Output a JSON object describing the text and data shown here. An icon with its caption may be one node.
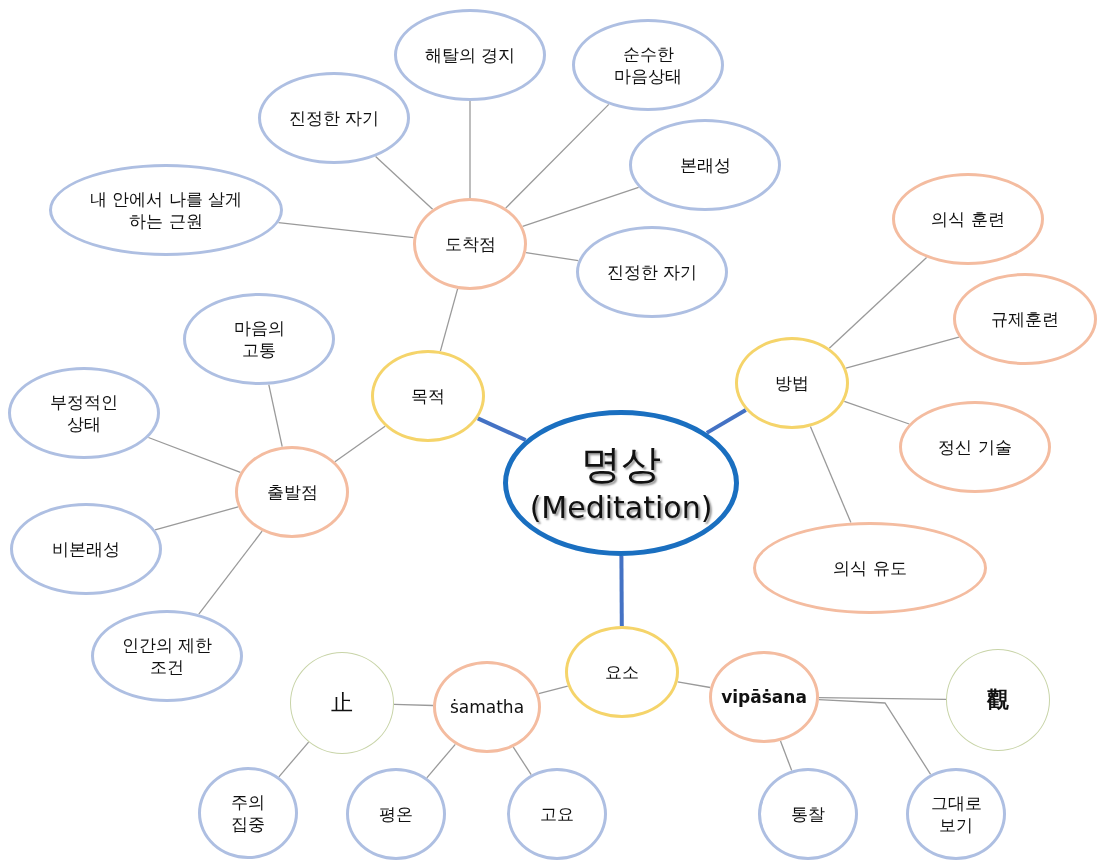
{
  "diagram": {
    "nodes": [
      {
        "text": [
          "명상",
          "(Meditation)"
        ]
      },
      {
        "text": [
          "목적"
        ]
      },
      {
        "text": [
          "방법"
        ]
      },
      {
        "text": [
          "요소"
        ]
      },
      {
        "text": [
          "도착점"
        ]
      },
      {
        "text": [
          "진정한 자기"
        ]
      },
      {
        "text": [
          "해탈의 경지"
        ]
      },
      {
        "text": [
          "순수한 마음상태"
        ]
      },
      {
        "text": [
          "본래성"
        ]
      },
      {
        "text": [
          "진정한 자기"
        ]
      },
      {
        "text": [
          "내 안에서 나를 살게 하는 근원"
        ]
      },
      {
        "text": [
          "출발점"
        ]
      },
      {
        "text": [
          "마음의 고통"
        ]
      },
      {
        "text": [
          "부정적인 상태"
        ]
      },
      {
        "text": [
          "비본래성"
        ]
      },
      {
        "text": [
          "인간의 제한 조건"
        ]
      },
      {
        "text": [
          "의식 훈련"
        ]
      },
      {
        "text": [
          "규제훈련"
        ]
      },
      {
        "text": [
          "정신 기술"
        ]
      },
      {
        "text": [
          "의식 유도"
        ]
      },
      {
        "text": [
          "ṡamatha"
        ]
      },
      {
        "text": [
          "止"
        ]
      },
      {
        "text": [
          "주의 집중"
        ]
      },
      {
        "text": [
          "평온"
        ]
      },
      {
        "text": [
          "고요"
        ]
      },
      {
        "text": [
          "vipāṡana"
        ]
      },
      {
        "text": [
          "觀"
        ]
      },
      {
        "text": [
          "통찰"
        ]
      },
      {
        "text": [
          "그대로 보기"
        ]
      }
    ],
    "edges": [
      {
        "from": 0,
        "to": 1,
        "arrow": "none",
        "style": "thick",
        "color": "#4472c4"
      },
      {
        "from": 0,
        "to": 2,
        "arrow": "none",
        "style": "thick",
        "color": "#4472c4"
      },
      {
        "from": 0,
        "to": 3,
        "arrow": "none",
        "style": "thick",
        "color": "#4472c4"
      },
      {
        "from": 1,
        "to": 4,
        "arrow": "none"
      },
      {
        "from": 4,
        "to": 5,
        "arrow": "none"
      },
      {
        "from": 4,
        "to": 6,
        "arrow": "none"
      },
      {
        "from": 4,
        "to": 7,
        "arrow": "none"
      },
      {
        "from": 4,
        "to": 8,
        "arrow": "none"
      },
      {
        "from": 4,
        "to": 9,
        "arrow": "none"
      },
      {
        "from": 4,
        "to": 10,
        "arrow": "none"
      },
      {
        "from": 1,
        "to": 11,
        "arrow": "none"
      },
      {
        "from": 11,
        "to": 12,
        "arrow": "none"
      },
      {
        "from": 11,
        "to": 13,
        "arrow": "none"
      },
      {
        "from": 11,
        "to": 14,
        "arrow": "none"
      },
      {
        "from": 11,
        "to": 15,
        "arrow": "none"
      },
      {
        "from": 2,
        "to": 16,
        "arrow": "none"
      },
      {
        "from": 2,
        "to": 17,
        "arrow": "none"
      },
      {
        "from": 2,
        "to": 18,
        "arrow": "none"
      },
      {
        "from": 2,
        "to": 19,
        "arrow": "none"
      },
      {
        "from": 3,
        "to": 20,
        "arrow": "none"
      },
      {
        "from": 20,
        "to": 21,
        "arrow": "none"
      },
      {
        "from": 21,
        "to": 22,
        "arrow": "none"
      },
      {
        "from": 20,
        "to": 23,
        "arrow": "none"
      },
      {
        "from": 20,
        "to": 24,
        "arrow": "none"
      },
      {
        "from": 3,
        "to": 25,
        "arrow": "none"
      },
      {
        "from": 25,
        "to": 26,
        "arrow": "none"
      },
      {
        "from": 25,
        "to": 27,
        "arrow": "none"
      },
      {
        "from": 25,
        "to": 28,
        "arrow": "none"
      }
    ]
  }
}
